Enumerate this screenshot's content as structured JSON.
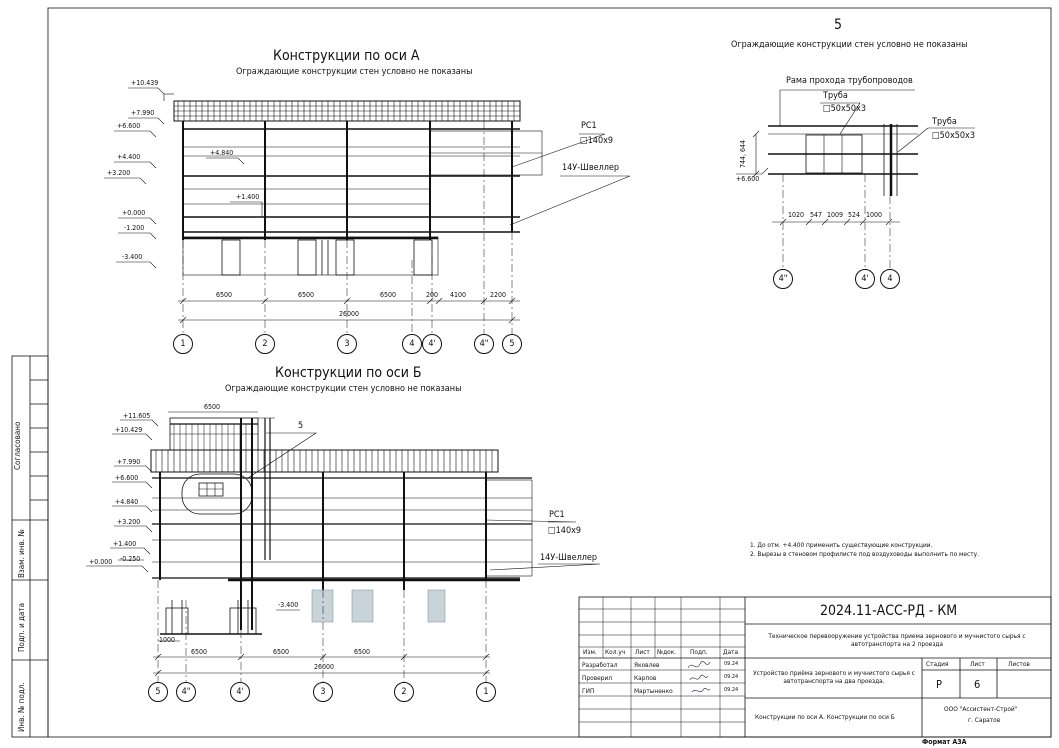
{
  "views": {
    "a": {
      "title": "Конструкции по оси А",
      "subtitle": "Ограждающие конструкции стен условно не показаны",
      "levels": [
        "+10.439",
        "+7.990",
        "+6.600",
        "+4.840",
        "+4.400",
        "+3.200",
        "+1.400",
        "+0.000",
        "-1.200",
        "-3.400"
      ],
      "dims": [
        "6500",
        "6500",
        "6500",
        "200",
        "4100",
        "2200"
      ],
      "total": "26000",
      "axes": [
        "1",
        "2",
        "3",
        "4",
        "4'",
        "4\"",
        "5"
      ],
      "rs1": "РС1",
      "rs1_size": "□140х9",
      "channel": "14У-Швеллер"
    },
    "b": {
      "title": "Конструкции по оси Б",
      "subtitle": "Ограждающие конструкции стен условно не показаны",
      "top_dim": "6500",
      "callout": "5",
      "levels": [
        "+11.605",
        "+10.429",
        "+7.990",
        "+6.600",
        "+4.840",
        "+3.200",
        "+1.400",
        "+0.000",
        "-0.250",
        "-3.400"
      ],
      "small_dim": "1000",
      "dims": [
        "6500",
        "6500",
        "6500"
      ],
      "total": "26000",
      "axes": [
        "5",
        "4\"",
        "4'",
        "3",
        "2",
        "1"
      ],
      "rs1": "РС1",
      "rs1_size": "□140х9",
      "channel": "14У-Швеллер"
    },
    "detail": {
      "number": "5",
      "subtitle": "Ограждающие конструкции стен условно не показаны",
      "frame": "Рама прохода трубопроводов",
      "pipe1": "Труба",
      "pipe1_size": "□50х50х3",
      "pipe2": "Труба",
      "pipe2_size": "□50х50х3",
      "h_dim": "744, 644",
      "level": "+6.600",
      "dims": [
        "1020",
        "547",
        "1009",
        "524",
        "1000"
      ],
      "axes": [
        "4\"",
        "4'",
        "4"
      ]
    }
  },
  "notes": [
    "1. До отм. +4.400 применить существующие конструкции.",
    "2. Вырезы в стеновом профилисте под воздуховоды выполнить по месту."
  ],
  "stamp": {
    "code": "2024.11-АСС-РД - КМ",
    "project": "Техническое перевооружение устройства приема зернового и мучнистого сырья с автотранспорта на 2 проезда",
    "headers": [
      "Изм.",
      "Кол.уч",
      "Лист",
      "№док.",
      "Подп.",
      "Дата"
    ],
    "roles": [
      {
        "role": "Разработал",
        "name": "Яковлев",
        "date": "09.24"
      },
      {
        "role": "Проверил",
        "name": "Карпов",
        "date": "09.24"
      },
      {
        "role": "ГИП",
        "name": "Мартыненко",
        "date": "09.24"
      }
    ],
    "object": "Устройство приёма зернового и мучнистого сырья с автотранспорта на два проезда.",
    "stage_label": "Стадия",
    "sheet_label": "Лист",
    "sheets_label": "Листов",
    "stage": "Р",
    "sheet": "6",
    "sheets": "",
    "drawing": "Конструкции по оси А. Конструкции по оси Б",
    "company": "ООО \"Ассистент-Строй\"",
    "city": "г. Саратов",
    "format": "Формат А3А"
  },
  "side": {
    "agreed": "Согласовано",
    "inv_replaced": "Взам. инв. №",
    "sign_date": "Подп. и дата",
    "inv_orig": "Инв. № подл."
  }
}
